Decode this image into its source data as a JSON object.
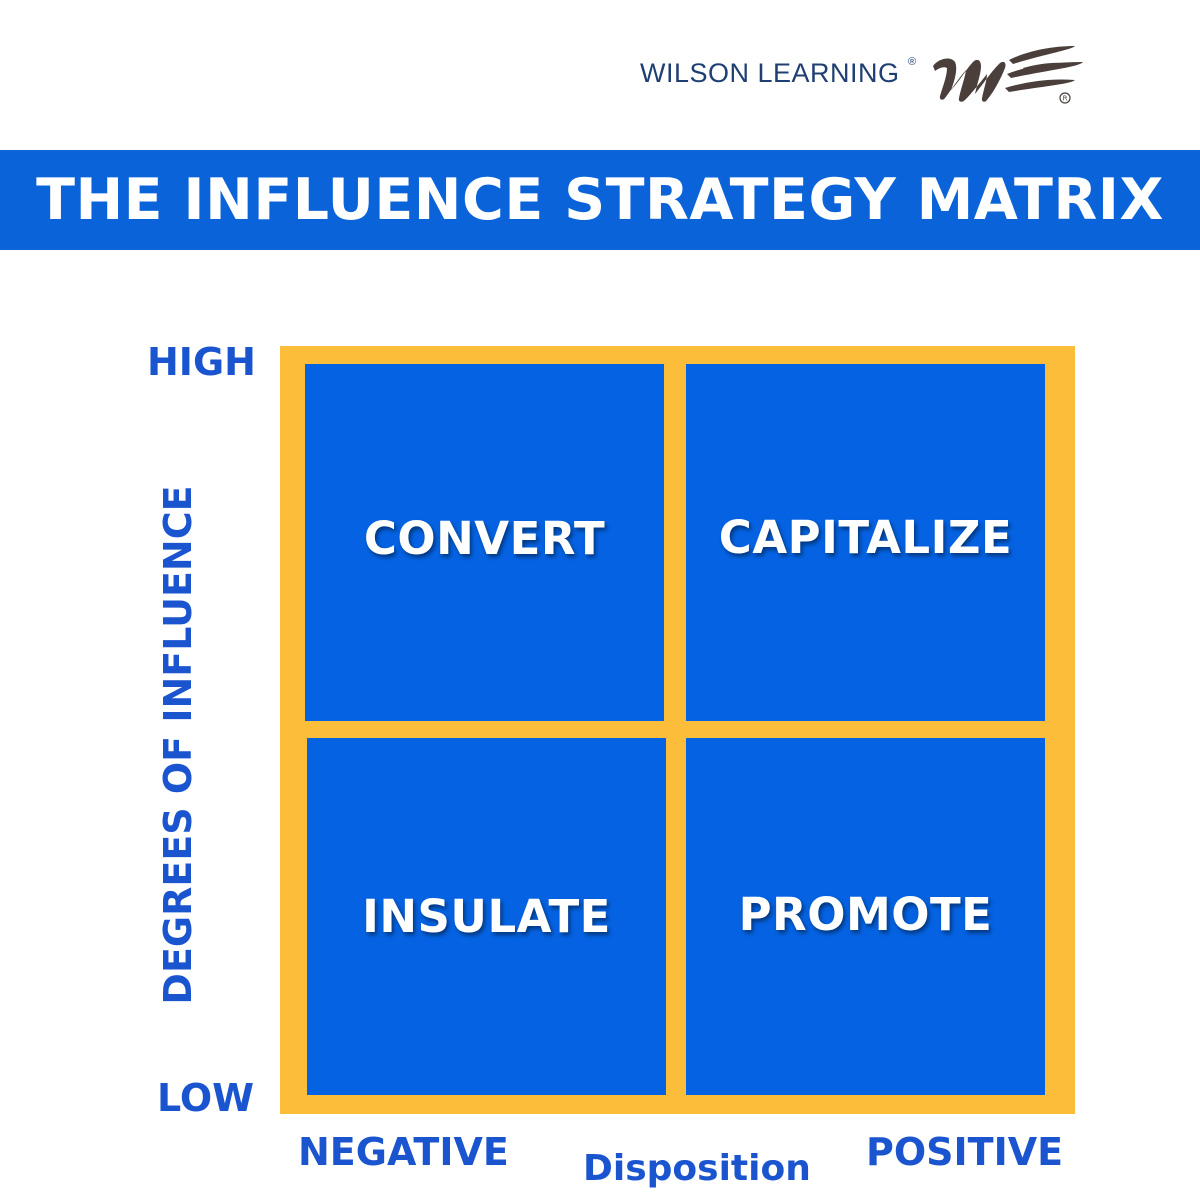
{
  "brand": {
    "name": "WILSON LEARNING",
    "registered_mark": "®",
    "logo_mark": "wilson-learning-w-logo",
    "logo_color": "#4a3f3a"
  },
  "title": "THE INFLUENCE STRATEGY MATRIX",
  "colors": {
    "title_band": "#0a63d8",
    "frame": "#fbbd3a",
    "quadrant": "#0563e3",
    "axis_text": "#1a55cf",
    "brand_text": "#1f3f73"
  },
  "axes": {
    "y": {
      "title": "DEGREES OF INFLUENCE",
      "high": "HIGH",
      "low": "LOW"
    },
    "x": {
      "title": "Disposition",
      "negative": "NEGATIVE",
      "positive": "POSITIVE"
    }
  },
  "quadrants": {
    "top_left": "CONVERT",
    "top_right": "CAPITALIZE",
    "bottom_left": "INSULATE",
    "bottom_right": "PROMOTE"
  }
}
